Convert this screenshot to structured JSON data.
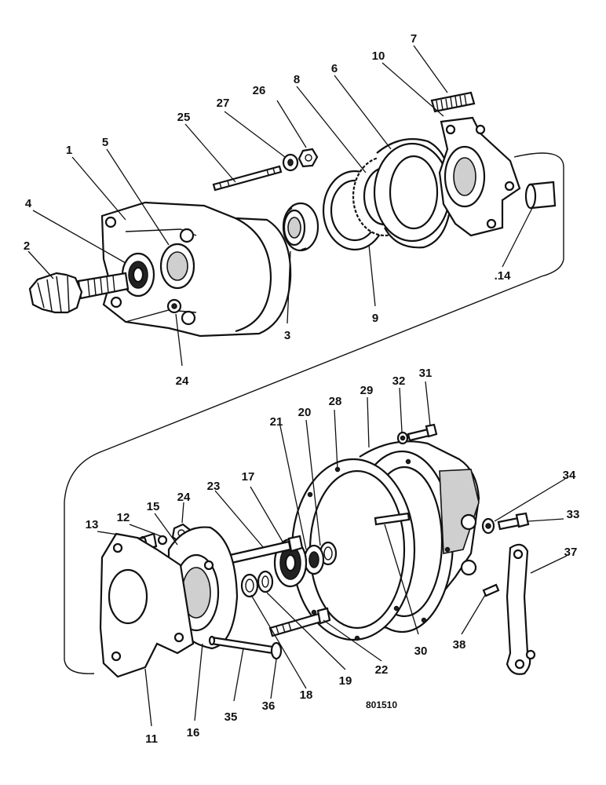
{
  "figure": {
    "reference_code": "801510",
    "callouts": [
      "1",
      "2",
      "3",
      "4",
      "5",
      "6",
      "7",
      "8",
      "9",
      "10",
      ".14",
      "24",
      "25",
      "26",
      "27",
      "11",
      "12",
      "13",
      "15",
      "16",
      "17",
      "18",
      "19",
      "20",
      "21",
      "22",
      "23",
      "24",
      "28",
      "29",
      "30",
      "31",
      "32",
      "33",
      "34",
      "35",
      "36",
      "37",
      "38"
    ]
  }
}
